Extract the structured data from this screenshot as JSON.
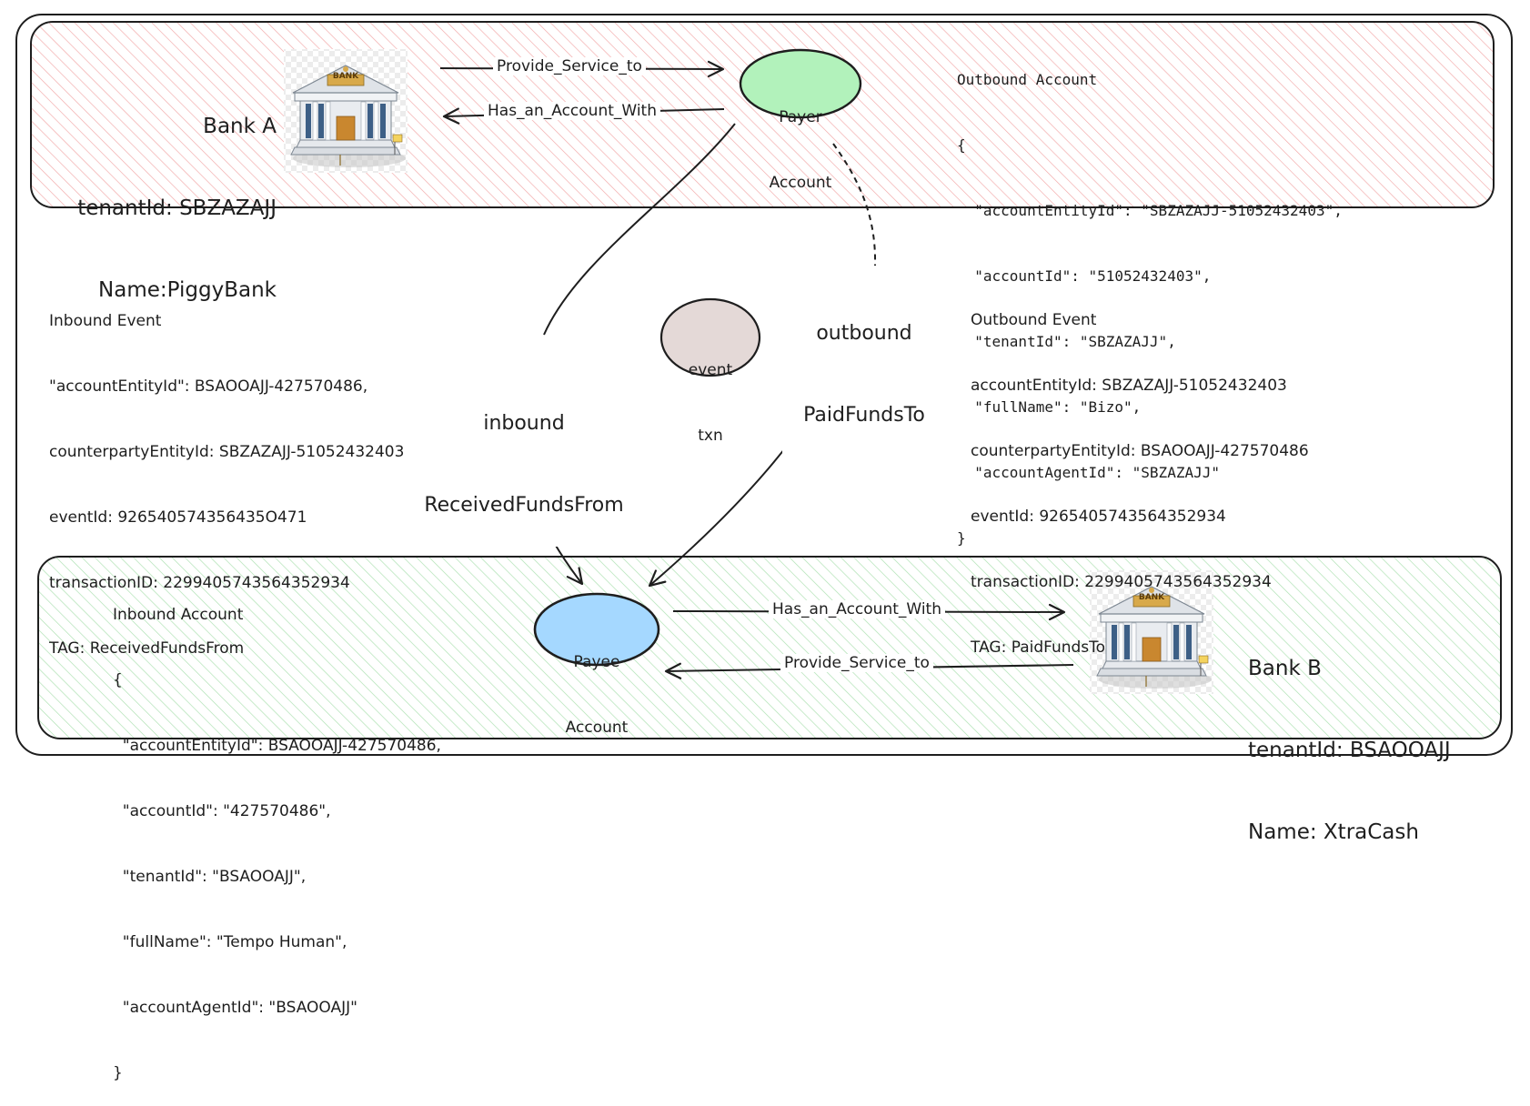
{
  "colors": {
    "top_panel_hatch": "#f2a6a6",
    "bottom_panel_hatch": "#a9dfae",
    "payer_fill": "#b2f2bb",
    "payee_fill": "#a5d8ff",
    "event_fill": "#e4d9d7",
    "stroke": "#1e1e1e"
  },
  "icons": {
    "bank": "bank-building-icon"
  },
  "bank_a": {
    "lines": [
      "Bank A",
      "tenantId: SBZAZAJJ",
      "Name:PiggyBank"
    ],
    "icon_sign": "BANK"
  },
  "bank_b": {
    "lines": [
      "Bank B",
      "tenantId: BSAOOAJJ",
      "Name: XtraCash"
    ],
    "icon_sign": "BANK"
  },
  "nodes": {
    "payer": [
      "Payer",
      "Account"
    ],
    "payee": [
      "Payee",
      "Account"
    ],
    "event": [
      "event",
      "txn"
    ]
  },
  "edges": {
    "top_provide_service": "Provide_Service_to",
    "top_has_account": "Has_an_Account_With",
    "bottom_has_account": "Has_an_Account_With",
    "bottom_provide_service": "Provide_Service_to",
    "inbound": [
      "inbound",
      "ReceivedFundsFrom"
    ],
    "outbound": [
      "outbound",
      "PaidFundsTo"
    ]
  },
  "outbound_account": {
    "lines": [
      "Outbound Account",
      "{",
      "  \"accountEntityId\": \"SBZAZAJJ-51052432403\",",
      "  \"accountId\": \"51052432403\",",
      "  \"tenantId\": \"SBZAZAJJ\",",
      "  \"fullName\": \"Bizo\",",
      "  \"accountAgentId\": \"SBZAZAJJ\"",
      "}"
    ]
  },
  "inbound_account": {
    "lines": [
      "Inbound Account",
      "{",
      "  \"accountEntityId\": BSAOOAJJ-427570486,",
      "  \"accountId\": \"427570486\",",
      "  \"tenantId\": \"BSAOOAJJ\",",
      "  \"fullName\": \"Tempo Human\",",
      "  \"accountAgentId\": \"BSAOOAJJ\"",
      "}"
    ]
  },
  "inbound_event": {
    "lines": [
      "Inbound Event",
      "\"accountEntityId\": BSAOOAJJ-427570486,",
      "counterpartyEntityId: SBZAZAJJ-51052432403",
      "eventId: 926540574356435O471",
      "transactionID: 2299405743564352934",
      "TAG: ReceivedFundsFrom"
    ]
  },
  "outbound_event": {
    "lines": [
      "Outbound Event",
      "accountEntityId: SBZAZAJJ-51052432403",
      "counterpartyEntityId: BSAOOAJJ-427570486",
      "eventId: 9265405743564352934",
      "transactionID: 2299405743564352934",
      "TAG: PaidFundsTo"
    ]
  }
}
